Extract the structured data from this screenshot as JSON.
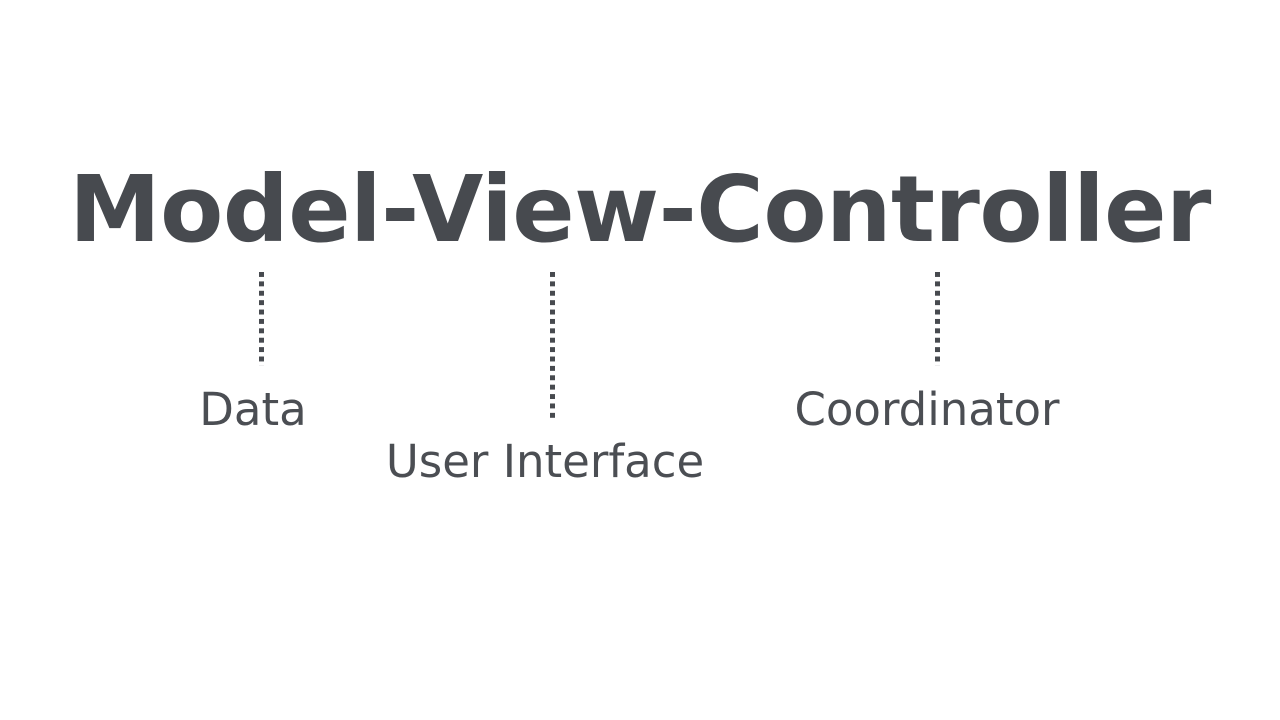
{
  "diagram": {
    "type": "annotated-term-breakdown",
    "background_color": "#ffffff",
    "text_color": "#474a4f",
    "title": "Model-View-Controller",
    "title_parts": [
      "Model",
      "-",
      "View",
      "-",
      "Controller"
    ],
    "annotations": [
      {
        "term": "Model",
        "label": "Data",
        "connector": "dotted-vertical-line"
      },
      {
        "term": "View",
        "label": "User Interface",
        "connector": "dotted-vertical-line"
      },
      {
        "term": "Controller",
        "label": "Coordinator",
        "connector": "dotted-vertical-line"
      }
    ]
  }
}
